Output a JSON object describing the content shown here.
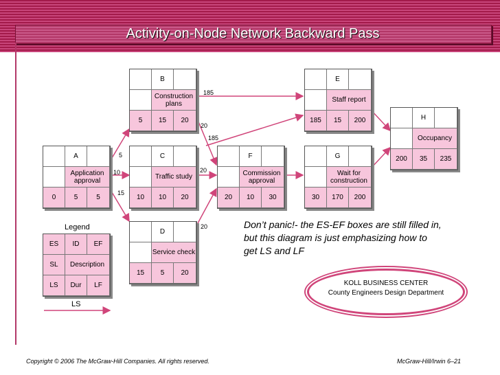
{
  "slide": {
    "title": "Activity-on-Node Network Backward Pass",
    "note": "Don’t panic!- the ES-EF boxes are still filled in, but this diagram is just emphasizing how to get LS and LF",
    "company_line1": "KOLL BUSINESS CENTER",
    "company_line2": "County Engineers Design Department",
    "copyright": "Copyright © 2006 The McGraw-Hill Companies. All rights reserved.",
    "page_ref": "McGraw-Hill/Irwin  6–21"
  },
  "nodes": {
    "A": {
      "id": "A",
      "desc": "Application approval",
      "es": "0",
      "dur": "5",
      "ef": "5"
    },
    "B": {
      "id": "B",
      "desc": "Construction plans",
      "es": "5",
      "dur": "15",
      "ef": "20"
    },
    "C": {
      "id": "C",
      "desc": "Traffic study",
      "es": "10",
      "dur": "10",
      "ef": "20"
    },
    "D": {
      "id": "D",
      "desc": "Service check",
      "es": "15",
      "dur": "5",
      "ef": "20"
    },
    "E": {
      "id": "E",
      "desc": "Staff report",
      "es": "185",
      "dur": "15",
      "ef": "200"
    },
    "F": {
      "id": "F",
      "desc": "Commission approval",
      "es": "20",
      "dur": "10",
      "ef": "30"
    },
    "G": {
      "id": "G",
      "desc": "Wait for construction",
      "es": "30",
      "dur": "170",
      "ef": "200"
    },
    "H": {
      "id": "H",
      "desc": "Occupancy",
      "es": "200",
      "dur": "35",
      "ef": "235"
    }
  },
  "legend": {
    "title": "Legend",
    "es": "ES",
    "id": "ID",
    "ef": "EF",
    "sl": "SL",
    "desc": "Description",
    "ls": "LS",
    "dur": "Dur",
    "lf": "LF",
    "arrow_label": "LS"
  },
  "arrow_labels": {
    "a_b": "5",
    "a_c": "10",
    "a_d": "15",
    "b_e": "185",
    "b_f": "20",
    "e_from_f": "185",
    "c_f": "20",
    "d_f": "20"
  }
}
